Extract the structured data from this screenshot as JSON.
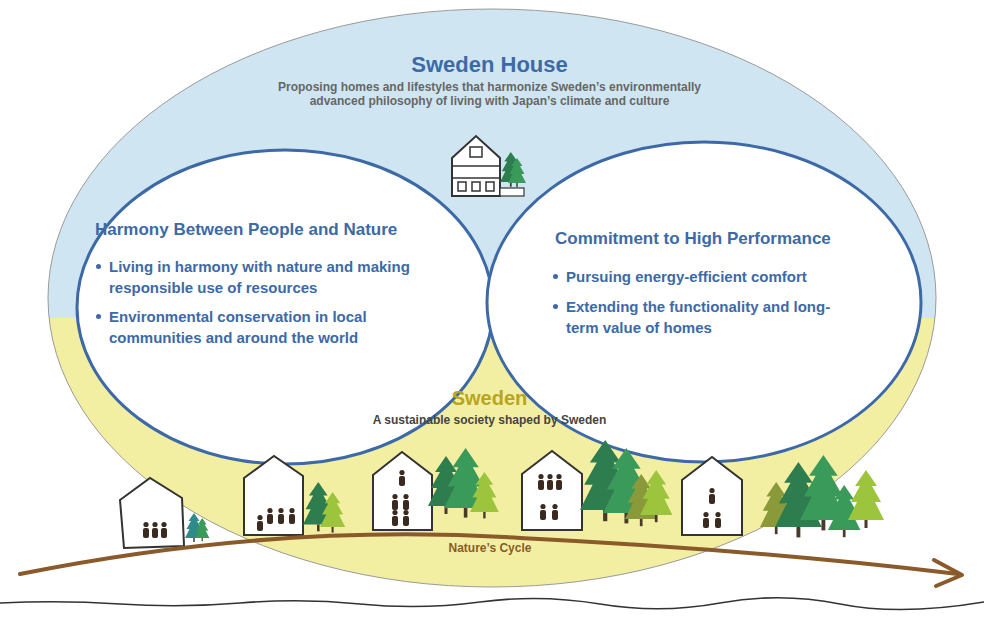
{
  "diagram": {
    "nodes": [
      {
        "text": [
          "Sweden House",
          "Proposing homes and lifestyles that harmonize Sweden’s environmentally advanced philosophy of living with Japan’s climate and culture",
          "Sweden",
          "A sustainable society shaped by Sweden"
        ]
      },
      {
        "text": [
          "Harmony Between People and Nature",
          "Living in harmony with nature and making responsible use of resources",
          "Environmental conservation in local communities and around the world"
        ],
        "in": 0
      },
      {
        "text": [
          "Commitment to High Performance",
          "Pursuing energy-efficient comfort",
          "Extending the functionality and long-term value of homes"
        ],
        "in": 0
      }
    ],
    "labels": [
      "Nature’s Cycle"
    ]
  }
}
